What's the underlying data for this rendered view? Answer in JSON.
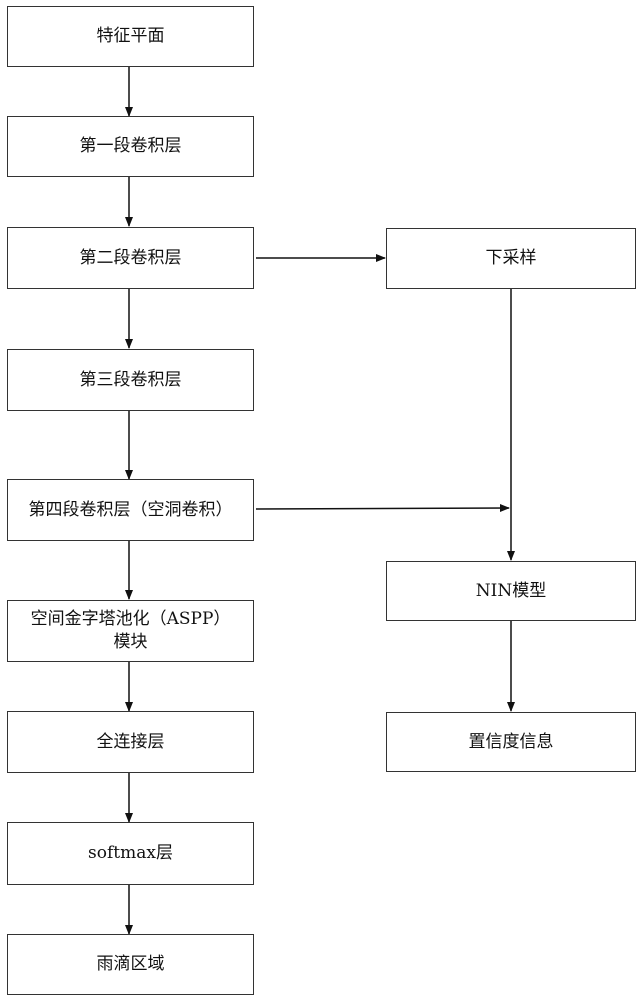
{
  "nodes": {
    "feature_plane": "特征平面",
    "conv1": "第一段卷积层",
    "conv2": "第二段卷积层",
    "conv3": "第三段卷积层",
    "conv4": "第四段卷积层（空洞卷积）",
    "aspp_line1": "空间金字塔池化（ASPP）",
    "aspp_line2": "模块",
    "fc": "全连接层",
    "softmax": "softmax层",
    "rain_region": "雨滴区域",
    "downsample": "下采样",
    "nin": "NIN模型",
    "confidence": "置信度信息"
  }
}
